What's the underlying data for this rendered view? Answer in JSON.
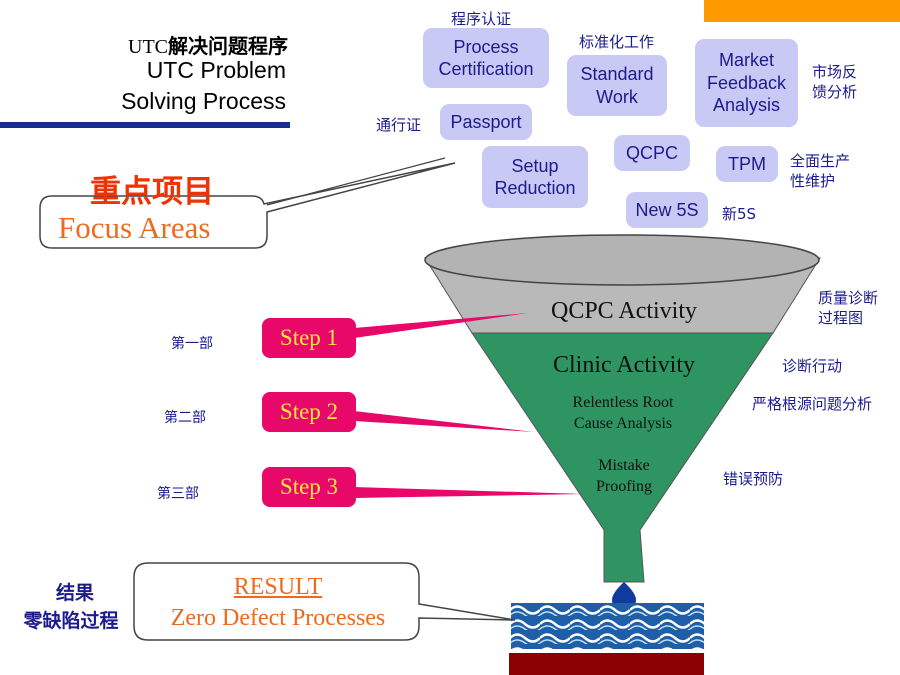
{
  "header": {
    "title_prefix": "UTC",
    "title_cn": "解决问题程序",
    "title_en_line1": "UTC Problem",
    "title_en_line2": "Solving Process"
  },
  "focus": {
    "cn": "重点项目",
    "en": "Focus Areas"
  },
  "boxes": {
    "process_certification": {
      "label": "Process\nCertification",
      "cn": "程序认证"
    },
    "standard_work": {
      "label": "Standard\nWork",
      "cn": "标准化工作"
    },
    "market_feedback": {
      "label": "Market\nFeedback\nAnalysis",
      "cn": "市场反\n馈分析"
    },
    "passport": {
      "label": "Passport",
      "cn": "通行证"
    },
    "setup_reduction": {
      "label": "Setup\nReduction"
    },
    "qcpc": {
      "label": "QCPC"
    },
    "tpm": {
      "label": "TPM",
      "cn": "全面生产\n性维护"
    },
    "new5s": {
      "label": "New 5S",
      "cn": "新5S"
    }
  },
  "funnel": {
    "qcpc_activity": "QCPC Activity",
    "clinic_activity": "Clinic Activity",
    "root_cause": "Relentless Root\nCause Analysis",
    "mistake_proofing": "Mistake\nProofing"
  },
  "side_labels": {
    "qcpc_cn": "质量诊断\n过程图",
    "clinic_cn": "诊断行动",
    "root_cause_cn": "严格根源问题分析",
    "mistake_cn": "错误预防"
  },
  "steps": [
    {
      "label": "Step 1",
      "cn": "第一部"
    },
    {
      "label": "Step 2",
      "cn": "第二部"
    },
    {
      "label": "Step 3",
      "cn": "第三部"
    }
  ],
  "result": {
    "cn_line1": "结果",
    "cn_line2": "零缺陷过程",
    "title": "RESULT",
    "subtitle": "Zero Defect Processes"
  },
  "colors": {
    "box_fill": "#c9c9f6",
    "box_text": "#1b1b8e",
    "step_fill": "#e8086a",
    "step_text": "#ffe640",
    "funnel_gray": "#b9b9b9",
    "funnel_green": "#2e9462",
    "accent_orange": "#ff9900",
    "title_bar": "#1a2c8c",
    "bottom_bar": "#8b0000"
  }
}
